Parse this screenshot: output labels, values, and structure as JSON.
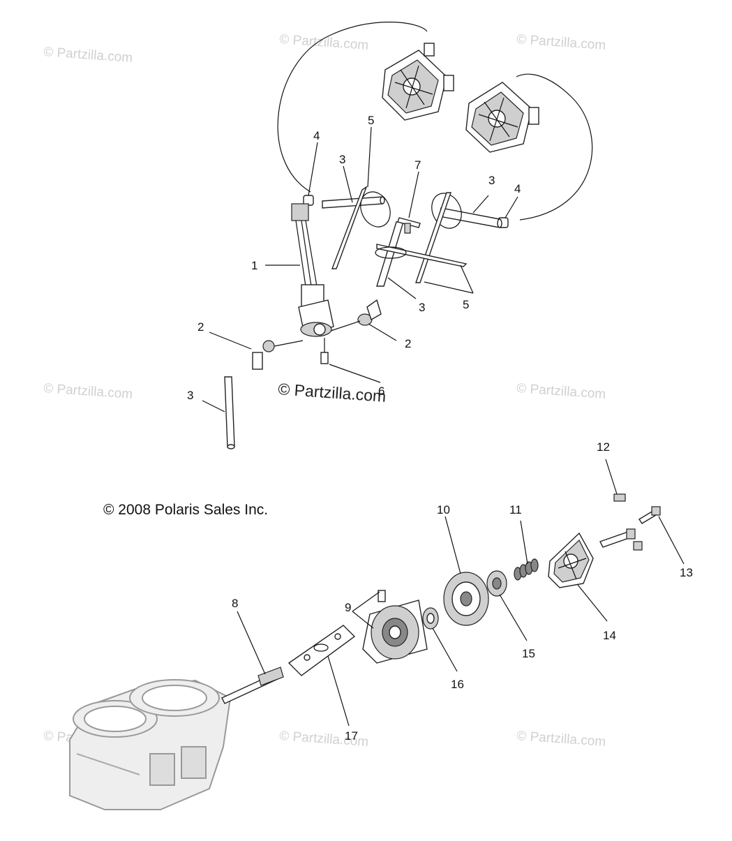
{
  "watermarks": {
    "partzilla": "© Partzilla.com"
  },
  "copyright": {
    "center_watermark": "© Partzilla.com",
    "polaris": "© 2008 Polaris Sales Inc."
  },
  "callouts": {
    "c1": "1",
    "c2a": "2",
    "c2b": "2",
    "c3a": "3",
    "c3b": "3",
    "c3c": "3",
    "c3d": "3",
    "c4a": "4",
    "c4b": "4",
    "c5a": "5",
    "c5b": "5",
    "c6": "6",
    "c7": "7",
    "c8": "8",
    "c9": "9",
    "c10": "10",
    "c11": "11",
    "c12": "12",
    "c13": "13",
    "c14": "14",
    "c15": "15",
    "c16": "16",
    "c17": "17"
  }
}
